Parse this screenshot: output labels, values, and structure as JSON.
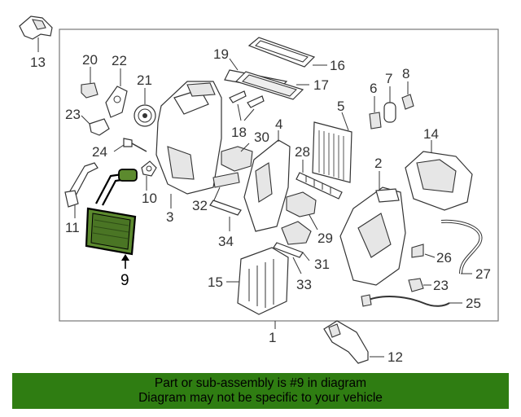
{
  "colors": {
    "highlight_part": "#5c8a2e",
    "banner": "#2f7d12",
    "line": "#333333"
  },
  "callouts": {
    "p1": "1",
    "p2": "2",
    "p3": "3",
    "p5": "5",
    "p6": "6",
    "p7": "7",
    "p8": "8",
    "p9": "9",
    "p10": "10",
    "p11": "11",
    "p12": "12",
    "p13": "13",
    "p14": "14",
    "p15": "15",
    "p16": "16",
    "p17": "17",
    "p18": "18",
    "p19": "19",
    "p20": "20",
    "p21": "21",
    "p22": "22",
    "p23a": "23",
    "p23b": "23",
    "p24": "24",
    "p25": "25",
    "p26": "26",
    "p27": "27",
    "p28": "28",
    "p29": "29",
    "p30": "30",
    "p31": "31",
    "p32": "32",
    "p33": "33",
    "p34": "34",
    "p4": "4"
  },
  "banner": {
    "line1": "Part or sub-assembly is #9 in diagram",
    "line2": "Diagram may not be specific to your vehicle"
  }
}
